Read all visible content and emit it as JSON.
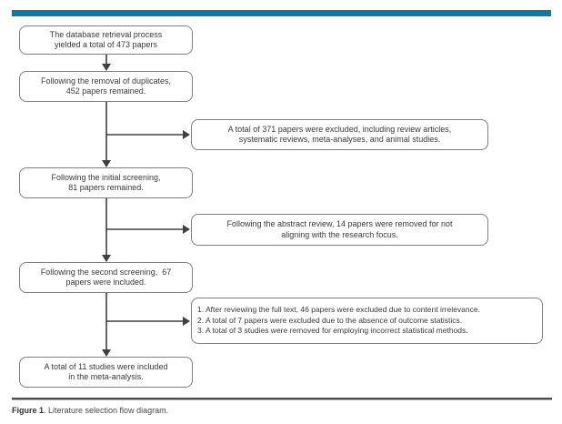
{
  "figure": {
    "accent_bar_color": "#0f78a8",
    "box_border_color": "#7f7f7f",
    "arrow_color": "#3f3f3f",
    "caption": {
      "label": "Figure 1",
      "text": ". Literature selection flow diagram."
    }
  },
  "flowchart": {
    "main_boxes": [
      "The database retrieval process\nyielded a total of 473 papers",
      "Following the removal of duplicates,\n452 papers remained.",
      "Following the initial screening,\n81 papers remained.",
      "Following the second screening,  67\npapers were included.",
      "A total of 11 studies were included\nin the meta-analysis."
    ],
    "exclusion_boxes": [
      "A total of 371 papers were excluded, including review articles,\nsystematic reviews, meta-analyses, and animal studies.",
      "Following the abstract review, 14 papers were removed for not\naligning with the research focus.",
      "1. After reviewing the full text, 46 papers were excluded due to content irrelevance.\n2. A total of 7 papers were excluded due to the absence of outcome statistics.\n3. A total of 3 studies were removed for employing incorrect statistical methods."
    ]
  }
}
